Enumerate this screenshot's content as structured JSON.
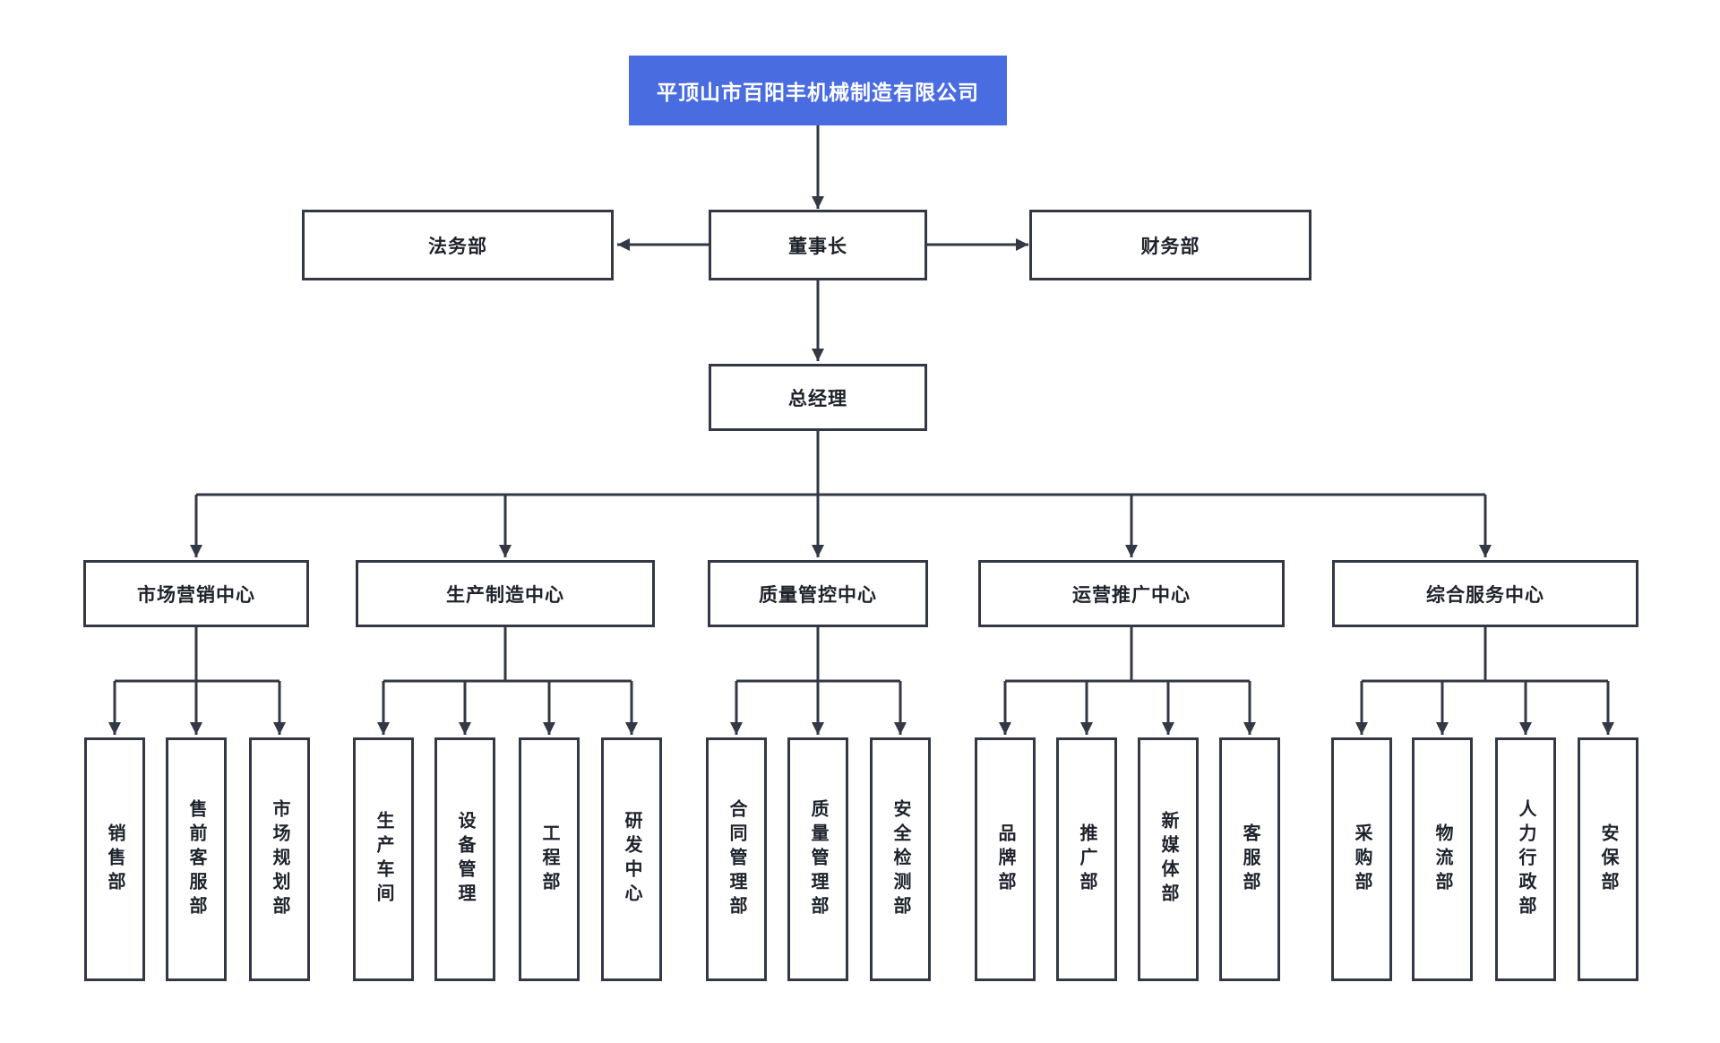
{
  "colors": {
    "root_bg": "#4a6ce1",
    "root_text": "#ffffff",
    "line": "#323944",
    "node_bg": "#ffffff",
    "node_text": "#1d222b"
  },
  "root": {
    "label": "平顶山市百阳丰机械制造有限公司"
  },
  "level2": {
    "legal": {
      "label": "法务部"
    },
    "chairman": {
      "label": "董事长"
    },
    "finance": {
      "label": "财务部"
    }
  },
  "general_manager": {
    "label": "总经理"
  },
  "centers": [
    {
      "label": "市场营销中心",
      "departments": [
        "销售部",
        "售前客服部",
        "市场规划部"
      ]
    },
    {
      "label": "生产制造中心",
      "departments": [
        "生产车间",
        "设备管理",
        "工程部",
        "研发中心"
      ]
    },
    {
      "label": "质量管控中心",
      "departments": [
        "合同管理部",
        "质量管理部",
        "安全检测部"
      ]
    },
    {
      "label": "运营推广中心",
      "departments": [
        "品牌部",
        "推广部",
        "新媒体部",
        "客服部"
      ]
    },
    {
      "label": "综合服务中心",
      "departments": [
        "采购部",
        "物流部",
        "人力行政部",
        "安保部"
      ]
    }
  ]
}
